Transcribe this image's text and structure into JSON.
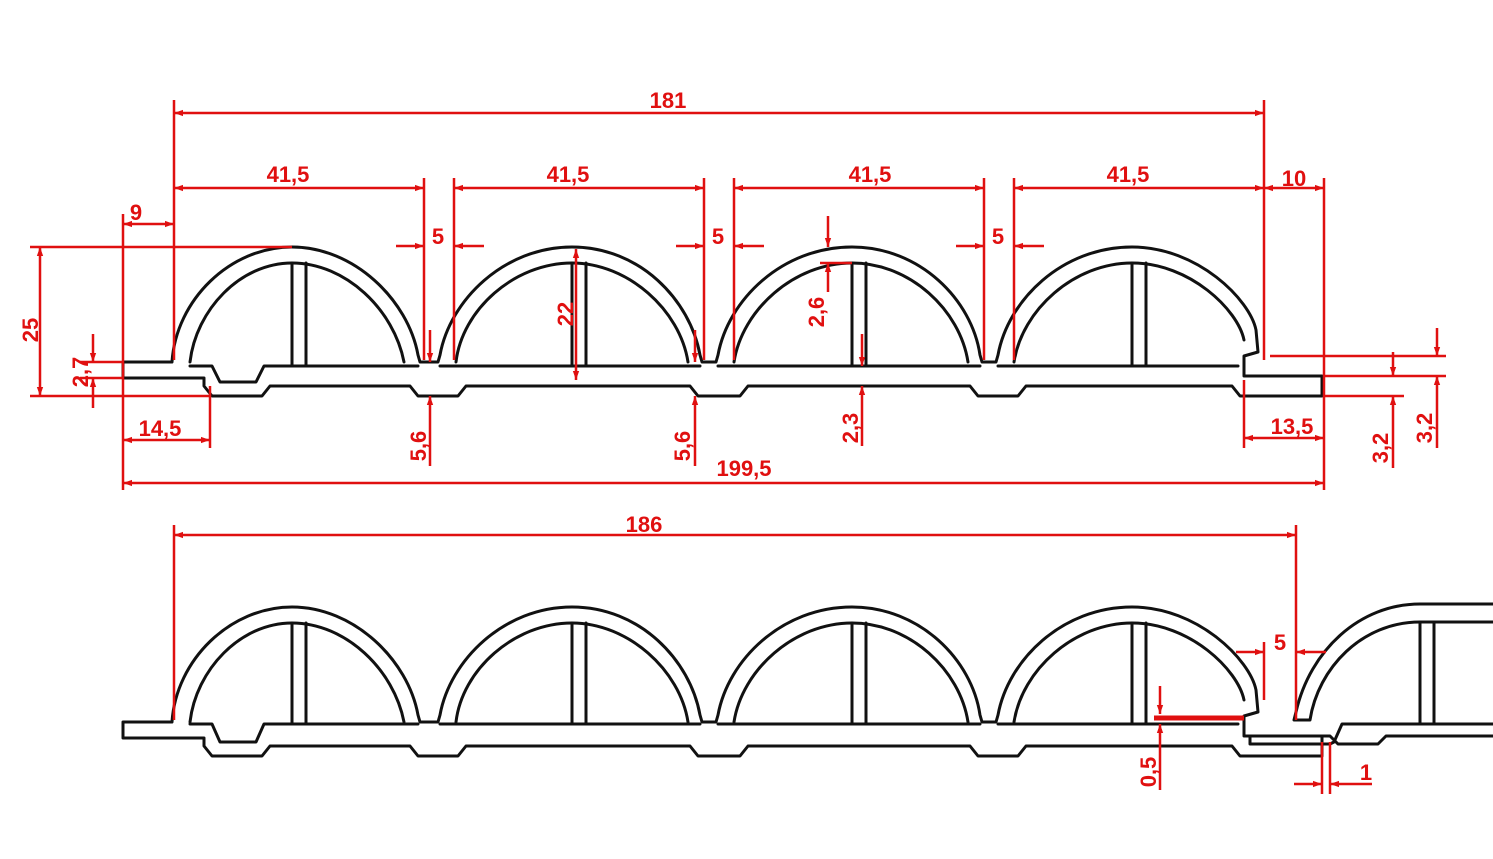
{
  "drawing": {
    "top_view": {
      "dimensions": {
        "overall_top": "181",
        "span_1": "41,5",
        "span_2": "41,5",
        "span_3": "41,5",
        "span_4": "41,5",
        "right_offset": "10",
        "left_offset": "9",
        "gap_1": "5",
        "gap_2": "5",
        "gap_3": "5",
        "height_total": "25",
        "base_thickness_left": "2,7",
        "inner_height": "22",
        "top_thickness": "2,6",
        "rib_gap_1": "5,6",
        "rib_gap_2": "5,6",
        "rib_thickness": "2,3",
        "left_tongue": "14,5",
        "right_groove": "13,5",
        "groove_height_1": "3,2",
        "groove_height_2": "3,2",
        "overall_bottom": "199,5"
      }
    },
    "bottom_view": {
      "dimensions": {
        "overall": "186",
        "joint_gap": "5",
        "clearance": "0,5",
        "offset": "1"
      }
    },
    "colors": {
      "profile": "#111111",
      "dimension": "#e01010"
    }
  }
}
